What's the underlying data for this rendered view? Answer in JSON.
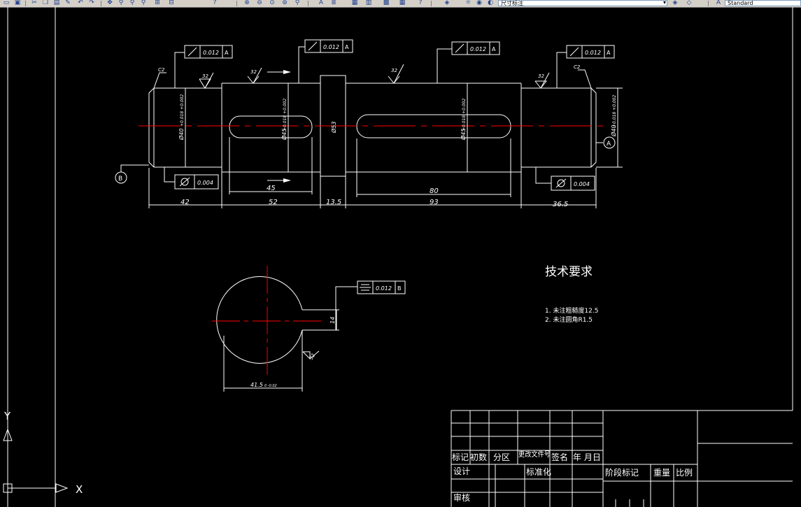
{
  "toolbar": {
    "layer_name": "尺寸标注",
    "text_style": "Standard"
  },
  "drawing": {
    "tolerances": {
      "runout": "0.012",
      "cylindricity": "0.004",
      "symmetry": "0.012",
      "datum_a": "A",
      "datum_b": "B"
    },
    "datum_labels": {
      "a": "A",
      "b": "B"
    },
    "chamfers": {
      "left": "C2",
      "right": "C2"
    },
    "roughness": {
      "r1": "32",
      "r2": "32",
      "r3": "32",
      "r4": "32",
      "r5": "32"
    },
    "diameters": {
      "d40_left": "Ø40",
      "d40_left_tol": "+0.018 +0.002",
      "d45_left": "Ø45",
      "d45_left_tol": "+0.018 +0.002",
      "d53": "Ø53",
      "d45_right": "Ø45",
      "d45_right_tol": "+0.018 +0.002",
      "d40_right": "Ø40",
      "d40_right_tol": "+0.018 +0.002"
    },
    "dims": {
      "len42": "42",
      "len52": "52",
      "len13_5": "13.5",
      "len93": "93",
      "len36_5": "36.5",
      "key45": "45",
      "key80": "80",
      "key_width": "14",
      "section_depth": "41.5",
      "section_depth_tol": "0 -0.02"
    },
    "notes": {
      "title": "技术要求",
      "line1": "1. 未注粗糙度12.5",
      "line2": "2. 未注圆角R1.5"
    },
    "title_block": {
      "mark": "标记",
      "count": "初数",
      "zone": "分区",
      "change_doc": "更改文件号",
      "signature": "签名",
      "date": "年 月日",
      "design": "设计",
      "standardize": "标准化",
      "review": "审核",
      "stage_mark": "阶段标记",
      "weight": "重量",
      "scale": "比例"
    },
    "ucs": {
      "x": "X",
      "y": "Y"
    }
  }
}
